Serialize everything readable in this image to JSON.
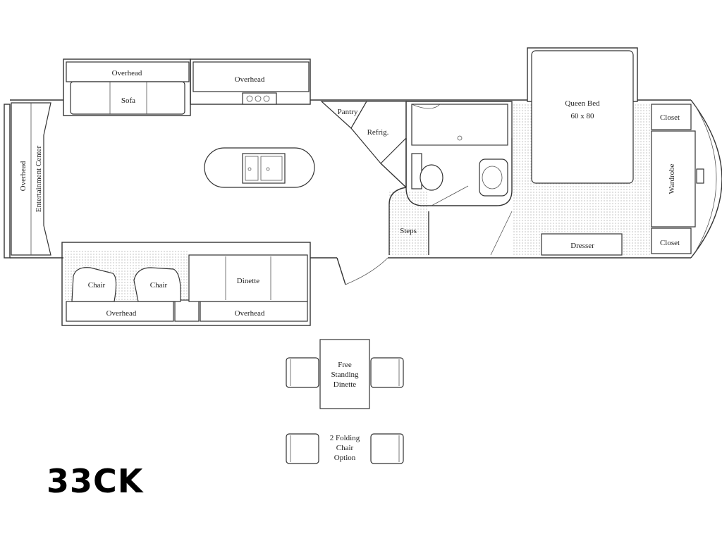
{
  "model_name": "33CK",
  "labels": {
    "overhead_front": "Overhead",
    "entertainment_center": "Entertainment Center",
    "overhead_top_left": "Overhead",
    "overhead_top_right": "Overhead",
    "sofa": "Sofa",
    "pantry": "Pantry",
    "refrig": "Refrig.",
    "steps": "Steps",
    "queen_bed_1": "Queen Bed",
    "queen_bed_2": "60 x 80",
    "closet_top": "Closet",
    "wardrobe": "Wardrobe",
    "closet_bottom": "Closet",
    "dresser": "Dresser",
    "chair_1": "Chair",
    "chair_2": "Chair",
    "dinette": "Dinette",
    "overhead_bottom_left": "Overhead",
    "overhead_bottom_right": "Overhead",
    "free_standing_1": "Free",
    "free_standing_2": "Standing",
    "free_standing_3": "Dinette",
    "folding_1": "2 Folding",
    "folding_2": "Chair",
    "folding_3": "Option"
  }
}
